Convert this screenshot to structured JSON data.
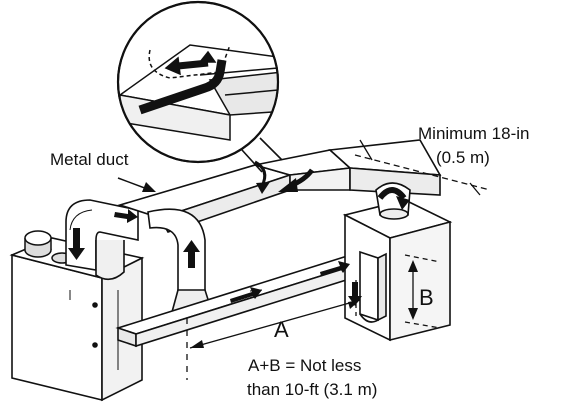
{
  "labels": {
    "minimum_distance_line1": "Minimum 18-in",
    "minimum_distance_line2": "(0.5 m)",
    "metal_duct": "Metal duct",
    "dimension_a": "A",
    "dimension_b": "B",
    "rule_line1": "A+B = Not less",
    "rule_line2": "than 10-ft (3.1 m)"
  },
  "colors": {
    "line": "#111111",
    "fill": "#ffffff",
    "shade": "#e6e6e6",
    "arrow": "#111111"
  },
  "icons": {
    "flow_arrow": "flow-arrow-icon",
    "magnifier": "detail-magnifier-circle"
  }
}
